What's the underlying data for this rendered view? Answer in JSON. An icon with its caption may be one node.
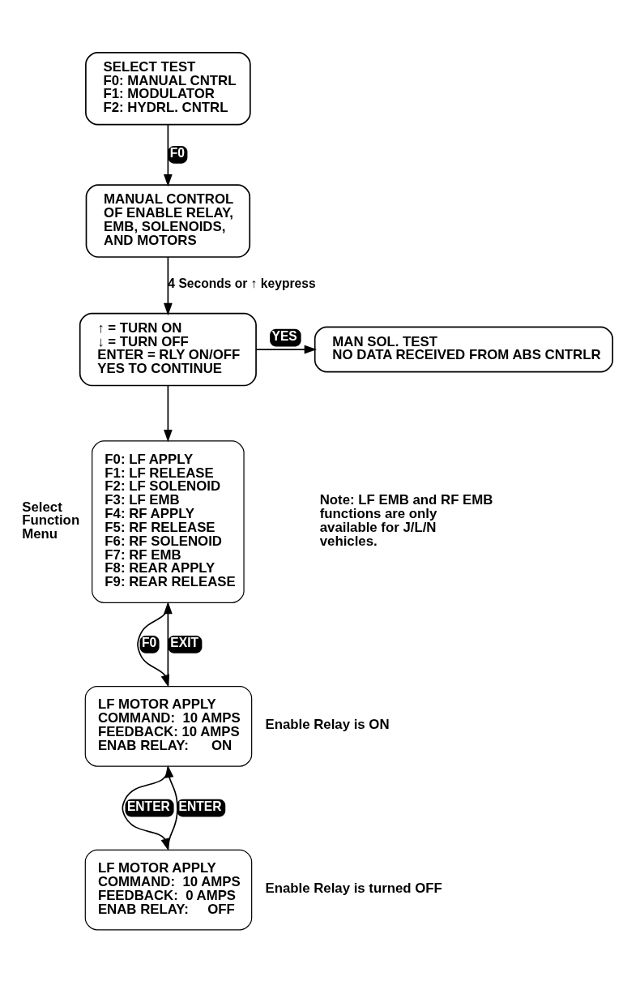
{
  "diagram": {
    "nodes": [
      {
        "text": [
          "SELECT TEST",
          "F0: MANUAL CNTRL",
          "F1: MODULATOR",
          "F2: HYDRL. CNTRL"
        ]
      },
      {
        "text": [
          "MANUAL CONTROL",
          "OF ENABLE RELAY,",
          "EMB, SOLENOIDS,",
          "AND MOTORS"
        ]
      },
      {
        "text": [
          "↑ = TURN ON",
          "↓ = TURN OFF",
          "ENTER = RLY ON/OFF",
          "YES TO CONTINUE"
        ]
      },
      {
        "text": [
          "MAN SOL. TEST",
          "NO DATA RECEIVED FROM ABS CNTRLR"
        ]
      },
      {
        "text": [
          "F0: LF APPLY",
          "F1: LF RELEASE",
          "F2: LF SOLENOID",
          "F3: LF EMB",
          "F4: RF APPLY",
          "F5: RF RELEASE",
          "F6: RF SOLENOID",
          "F7: RF EMB",
          "F8: REAR APPLY",
          "F9: REAR RELEASE"
        ],
        "beside": [
          "Select Function Menu"
        ]
      },
      {
        "text": [
          "LF MOTOR APPLY",
          "COMMAND:  10 AMPS",
          "FEEDBACK: 10 AMPS",
          "ENAB RELAY:      ON"
        ],
        "beside": [
          "Enable Relay is ON"
        ]
      },
      {
        "text": [
          "LF MOTOR APPLY",
          "COMMAND:  10 AMPS",
          "FEEDBACK:  0 AMPS",
          "ENAB RELAY:     OFF"
        ],
        "beside": [
          "Enable Relay is turned OFF"
        ]
      }
    ],
    "edges": [
      {
        "from": 0,
        "to": 1,
        "arrow": "to",
        "label": "F0"
      },
      {
        "from": 1,
        "to": 2,
        "arrow": "to",
        "label": "4 Seconds or ↑ keypress"
      },
      {
        "from": 2,
        "to": 3,
        "arrow": "to",
        "label": "YES"
      },
      {
        "from": 2,
        "to": 4,
        "arrow": "to"
      },
      {
        "from": 4,
        "to": 5,
        "arrow": "to",
        "label": "F0"
      },
      {
        "from": 5,
        "to": 4,
        "arrow": "to",
        "label": "EXIT"
      },
      {
        "from": 5,
        "to": 6,
        "arrow": "to",
        "label": "ENTER"
      },
      {
        "from": 6,
        "to": 5,
        "arrow": "to",
        "label": "ENTER"
      }
    ],
    "labels": [
      "Note: LF EMB and RF EMB functions are only available for J/L/N vehicles."
    ]
  }
}
